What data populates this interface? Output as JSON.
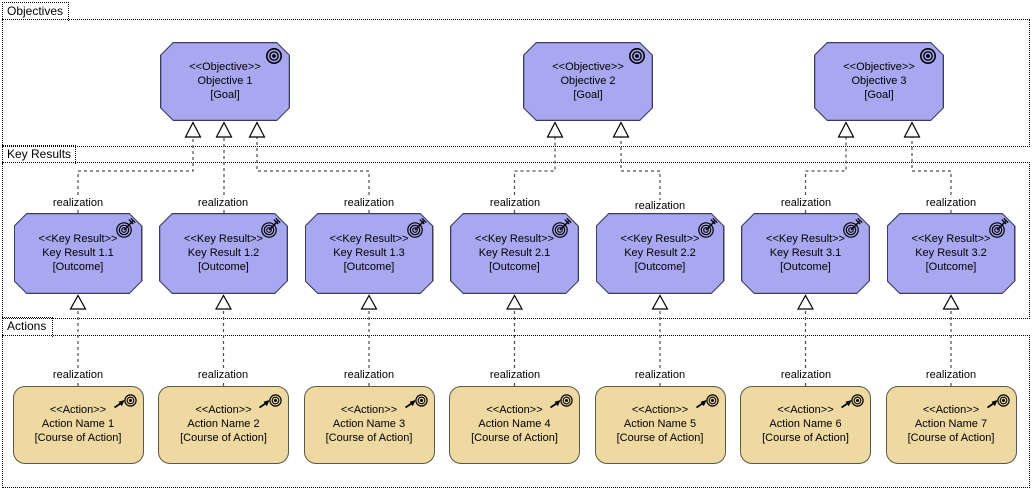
{
  "relationship_label": "realization",
  "lanes": [
    {
      "label": "Objectives"
    },
    {
      "label": "Key Results"
    },
    {
      "label": "Actions"
    }
  ],
  "objectives": [
    {
      "stereotype": "<<Objective>>",
      "name": "Objective 1",
      "type": "[Goal]"
    },
    {
      "stereotype": "<<Objective>>",
      "name": "Objective 2",
      "type": "[Goal]"
    },
    {
      "stereotype": "<<Objective>>",
      "name": "Objective 3",
      "type": "[Goal]"
    }
  ],
  "key_results": [
    {
      "stereotype": "<<Key Result>>",
      "name": "Key Result 1.1",
      "type": "[Outcome]"
    },
    {
      "stereotype": "<<Key Result>>",
      "name": "Key Result 1.2",
      "type": "[Outcome]"
    },
    {
      "stereotype": "<<Key Result>>",
      "name": "Key Result 1.3",
      "type": "[Outcome]"
    },
    {
      "stereotype": "<<Key Result>>",
      "name": "Key Result 2.1",
      "type": "[Outcome]"
    },
    {
      "stereotype": "<<Key Result>>",
      "name": "Key Result 2.2",
      "type": "[Outcome]"
    },
    {
      "stereotype": "<<Key Result>>",
      "name": "Key Result 3.1",
      "type": "[Outcome]"
    },
    {
      "stereotype": "<<Key Result>>",
      "name": "Key Result 3.2",
      "type": "[Outcome]"
    }
  ],
  "actions": [
    {
      "stereotype": "<<Action>>",
      "name": "Action Name 1",
      "type": "[Course of Action]"
    },
    {
      "stereotype": "<<Action>>",
      "name": "Action Name 2",
      "type": "[Course of Action]"
    },
    {
      "stereotype": "<<Action>>",
      "name": "Action Name 3",
      "type": "[Course of Action]"
    },
    {
      "stereotype": "<<Action>>",
      "name": "Action Name 4",
      "type": "[Course of Action]"
    },
    {
      "stereotype": "<<Action>>",
      "name": "Action Name 5",
      "type": "[Course of Action]"
    },
    {
      "stereotype": "<<Action>>",
      "name": "Action Name 6",
      "type": "[Course of Action]"
    },
    {
      "stereotype": "<<Action>>",
      "name": "Action Name 7",
      "type": "[Course of Action]"
    }
  ],
  "icons": {
    "objective": "goal-target-icon",
    "key_result": "outcome-target-arrow-icon",
    "action": "course-of-action-arrow-target-icon"
  },
  "colors": {
    "objective_fill": "#A8A8F0",
    "objective_border": "#3C3C5C",
    "action_fill": "#EFD9A3",
    "action_border": "#5A5A40",
    "connector": "#4D4D4D",
    "arrowhead_fill": "#FFFFFF",
    "lane_border": "#000000",
    "text": "#000000",
    "background": "#FFFFFF"
  }
}
